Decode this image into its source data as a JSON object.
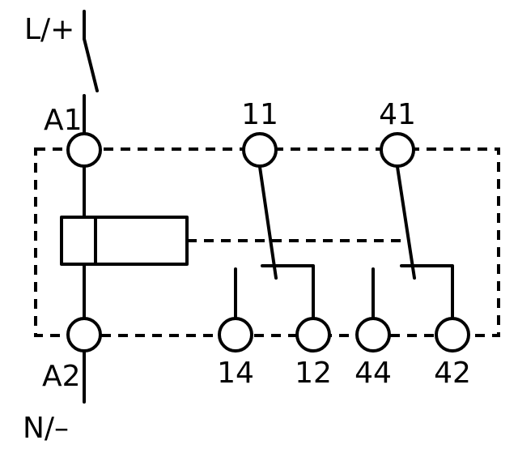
{
  "supply": {
    "positive": "L/+",
    "negative": "N/–"
  },
  "coil_terminals": {
    "a1": "A1",
    "a2": "A2"
  },
  "contact_set_1": {
    "common": "11",
    "no": "14",
    "nc": "12"
  },
  "contact_set_2": {
    "common": "41",
    "no": "44",
    "nc": "42"
  },
  "colors": {
    "ink": "#000000",
    "background": "#ffffff"
  }
}
